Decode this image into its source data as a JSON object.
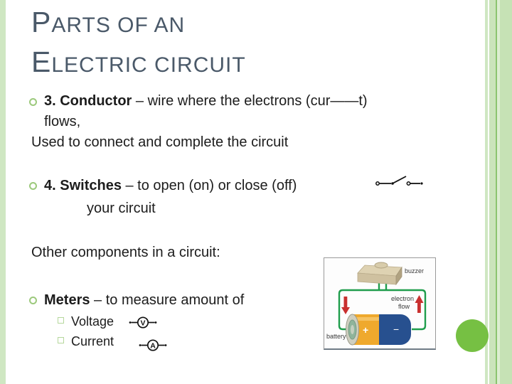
{
  "slide": {
    "title": {
      "line1_initial": "P",
      "line1_rest": "ARTS OF AN",
      "line2_initial": "E",
      "line2_rest": "LECTRIC CIRCUIT"
    },
    "content": {
      "item1_bold": "3. Conductor",
      "item1_rest": " – wire where the electrons (cur——t)",
      "item1_line2": "flows,",
      "paragraph1": "Used to connect and complete the circuit",
      "item2_bold": "4. Switches",
      "item2_rest": " – to open (on) or close (off)",
      "item2_line2": "your circuit",
      "paragraph2": "Other components in a circuit:",
      "item3_bold": "Meters",
      "item3_rest": " – to measure amount of",
      "sub_item1": "Voltage",
      "sub_item2": "Current"
    },
    "symbols": {
      "voltmeter_letter": "V",
      "ammeter_letter": "A"
    },
    "figure": {
      "buzzer_label": "buzzer",
      "electron_label_line1": "electron",
      "electron_label_line2": "flow",
      "battery_label": "battery",
      "plus": "+",
      "minus": "−"
    },
    "colors": {
      "title_text": "#4a5969",
      "body_text": "#1c1c1c",
      "bullet_ring_green": "#9cc97c",
      "stripe_light_green": "#cfe7c2",
      "stripe_dark_green": "#8cc46f",
      "accent_green_circle": "#76c043",
      "wire_green": "#1f9d4c",
      "battery_yellow": "#efa92d",
      "battery_blue": "#27508f",
      "arrow_red": "#c9302f"
    }
  }
}
